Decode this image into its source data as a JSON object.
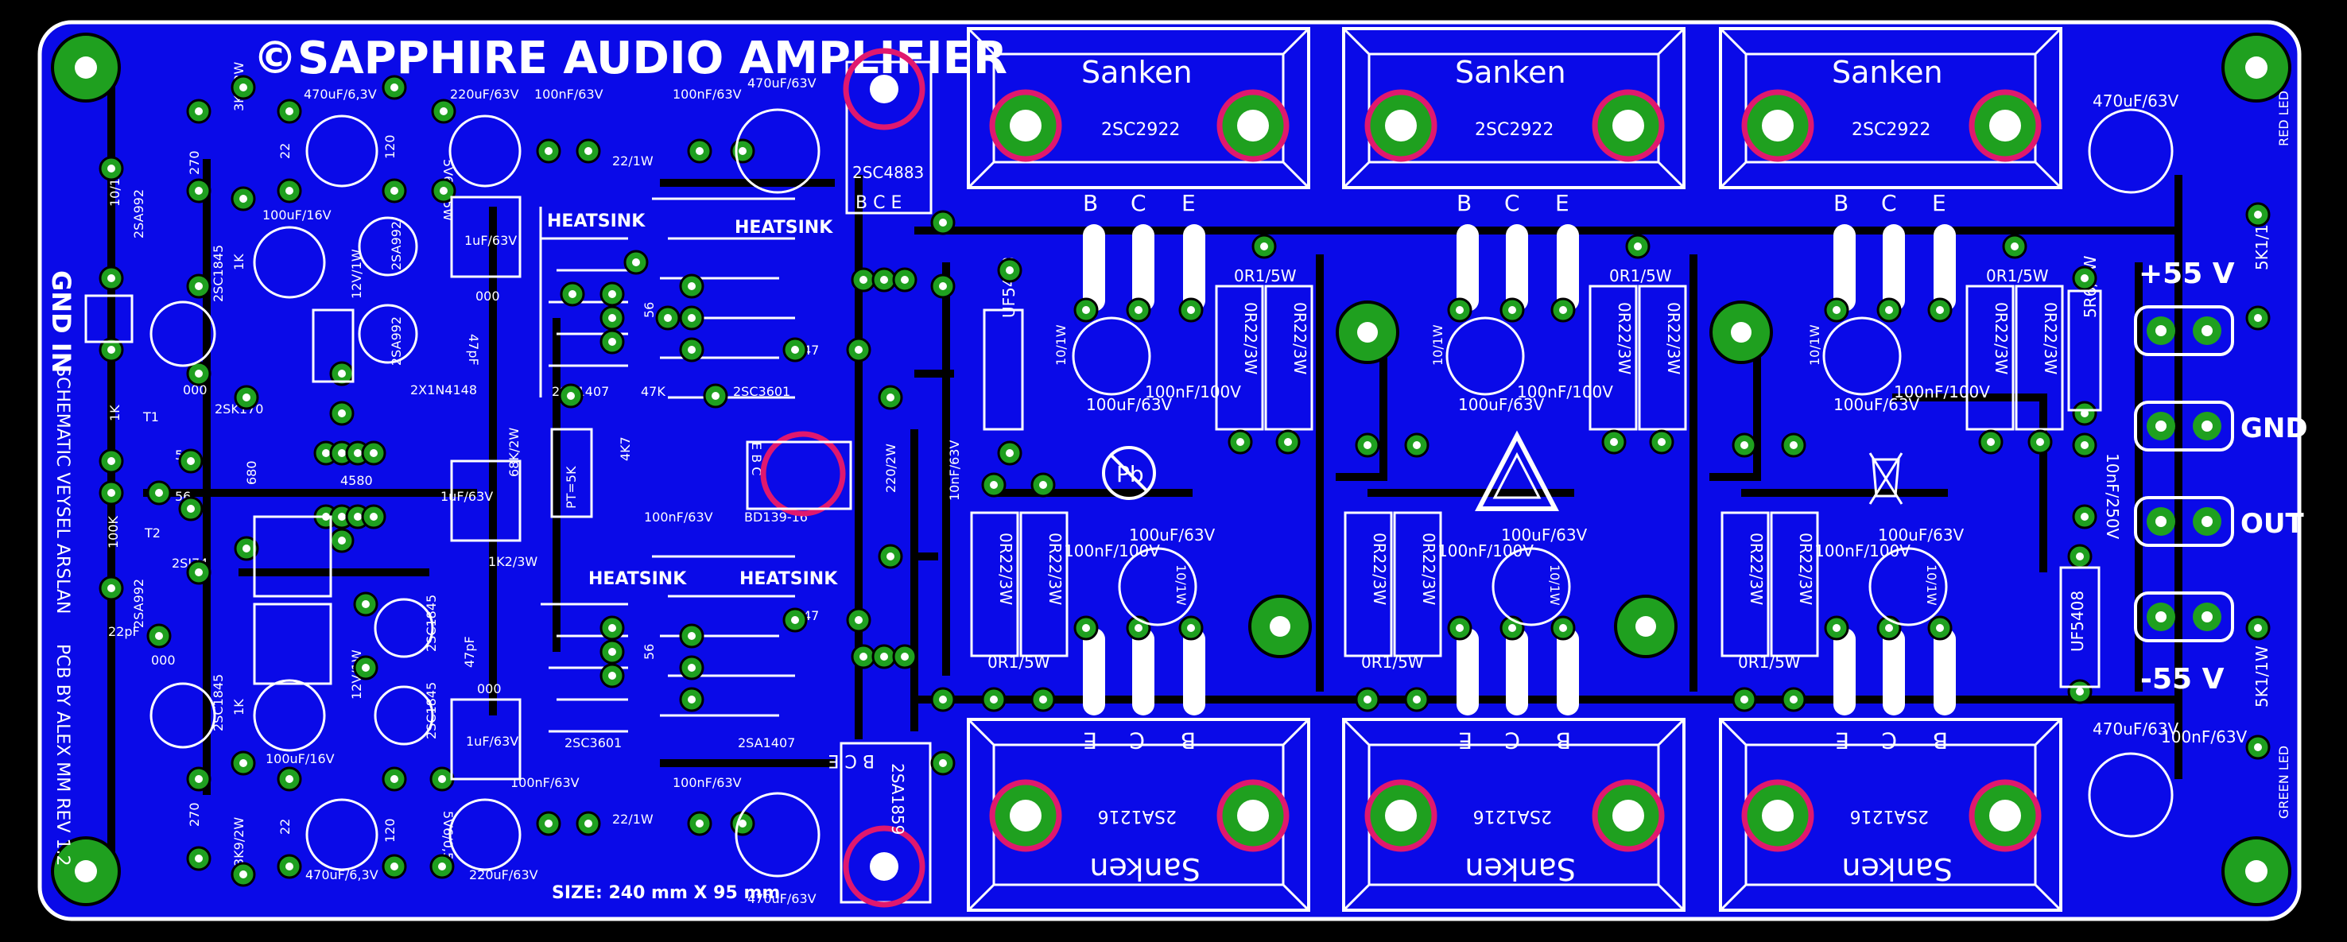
{
  "board": {
    "title": "©SAPPHIRE AUDIO AMPLIFIER",
    "size": "SIZE: 240 mm X 95 mm",
    "side_labels": [
      "GND IN",
      "SCHEMATIC VEYSEL ARSLAN",
      "PCB BY ALEX MM  REV 1.2"
    ],
    "colors": {
      "board": "#0a0ae8",
      "copper": "#0a0ae8",
      "gap": "#000000",
      "silk": "#ffffff",
      "pad": "#1fa01f",
      "hole": "#ffffff",
      "mark": "#e0186e"
    }
  },
  "heatsinks": [
    "HEATSINK",
    "HEATSINK",
    "HEATSINK",
    "HEATSINK"
  ],
  "power_transistors": {
    "top": [
      {
        "brand": "Sanken",
        "part": "2SC2922",
        "pins": [
          "B",
          "C",
          "E"
        ]
      },
      {
        "brand": "Sanken",
        "part": "2SC2922",
        "pins": [
          "B",
          "C",
          "E"
        ]
      },
      {
        "brand": "Sanken",
        "part": "2SC2922",
        "pins": [
          "B",
          "C",
          "E"
        ]
      }
    ],
    "bottom": [
      {
        "brand": "Sanken",
        "part": "2SA1216",
        "pins": [
          "E",
          "C",
          "B"
        ]
      },
      {
        "brand": "Sanken",
        "part": "2SA1216",
        "pins": [
          "E",
          "C",
          "B"
        ]
      },
      {
        "brand": "Sanken",
        "part": "2SA1216",
        "pins": [
          "E",
          "C",
          "B"
        ]
      }
    ]
  },
  "drivers": {
    "top": "2SC4883",
    "top_pins": "B C E",
    "bottom": "2SA1859",
    "bottom_pins": "B C E"
  },
  "connectors": [
    "+55 V",
    "GND",
    "OUT",
    "-55 V"
  ],
  "leds": [
    "RED LED",
    "GREEN LED"
  ],
  "labels": {
    "c470_63": "470uF/63V",
    "c470_6": "470uF/6,3V",
    "c220_63": "220uF/63V",
    "c100n63": "100nF/63V",
    "c100n100": "100nF/100V",
    "c100u16": "100uF/16V",
    "c100u63": "100uF/63V",
    "c1u": "1uF/63V",
    "c47p": "47pF",
    "c22p": "22pF",
    "c10n250": "10nF/250V",
    "c10n63": "10nF/63V",
    "r3k9": "3K9/2W",
    "r270": "270",
    "r22": "22",
    "r120": "120",
    "r1k": "1K",
    "r000": "000",
    "r10_1w": "10/1W",
    "r22_1w": "22/1W",
    "r47": "47",
    "r47k": "47K",
    "r4k7": "4K7",
    "r56": "56",
    "r68k": "68K/2W",
    "r1k2": "1K2/3W",
    "r220": "220/2W",
    "r100k": "100K",
    "r680": "680",
    "r5k1": "5K1/1W",
    "r5r6": "5R6/3W",
    "r0r22": "0R22/3W",
    "r0r1": "0R1/5W",
    "z12": "12V/1W",
    "z5v6": "5V6/0,5W",
    "d4148": "2X1N4148",
    "pot": "PT=5K",
    "ic": "4580",
    "uf": "UF5408",
    "bd": "BD139-16",
    "q2sa992": "2SA992",
    "q2sc1845": "2SC1845",
    "q2sk170": "2SK170",
    "q2sj74": "2SJ74",
    "q2sa1407": "2SA1407",
    "q2sc3601": "2SC3601",
    "t1": "T1",
    "t2": "T2",
    "ebc": "E B C"
  }
}
